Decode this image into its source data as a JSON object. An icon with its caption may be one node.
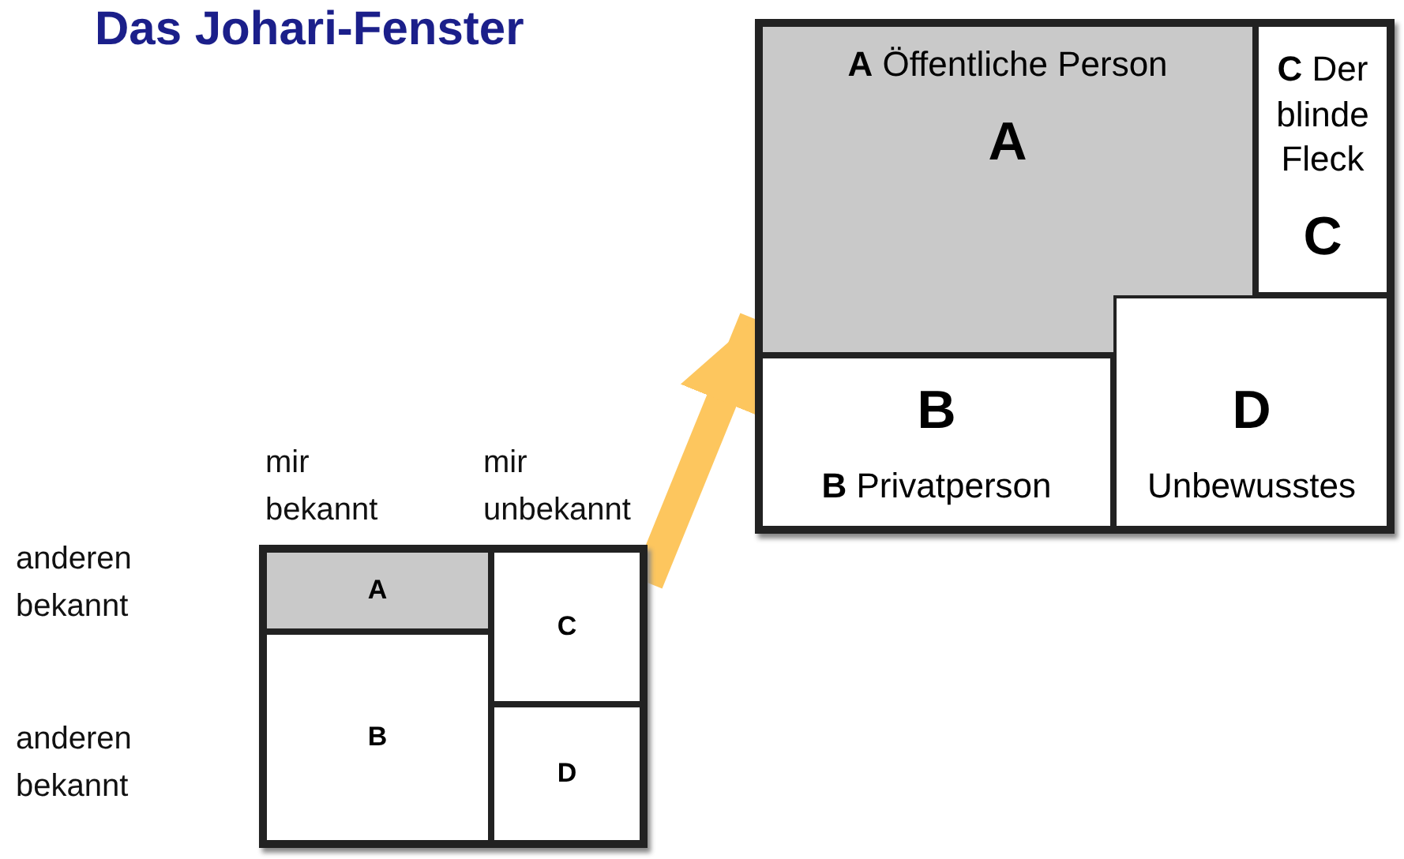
{
  "diagram": {
    "title": "Das Johari-Fenster",
    "nodes": [
      {
        "text": [],
        "shape": "box"
      },
      {
        "text": [
          "**A** Öffentliche Person",
          "A"
        ],
        "in": 0
      },
      {
        "text": [
          "**C** Der blinde Fleck",
          "C"
        ],
        "in": 0
      },
      {
        "text": [
          "B",
          "**B** Privatperson"
        ],
        "in": 0
      },
      {
        "text": [
          "D",
          "Unbewusstes"
        ],
        "in": 0
      },
      {
        "text": [],
        "shape": "box"
      },
      {
        "text": [
          "A"
        ],
        "in": 5
      },
      {
        "text": [
          "C"
        ],
        "in": 5
      },
      {
        "text": [
          "B"
        ],
        "in": 5
      },
      {
        "text": [
          "D"
        ],
        "in": 5
      }
    ],
    "edges": [
      {
        "from": 5,
        "to": 0,
        "arrow": "to"
      }
    ],
    "labels": [
      "mir bekannt",
      "mir unbekannt",
      "anderen bekannt",
      "anderen bekannt"
    ]
  }
}
